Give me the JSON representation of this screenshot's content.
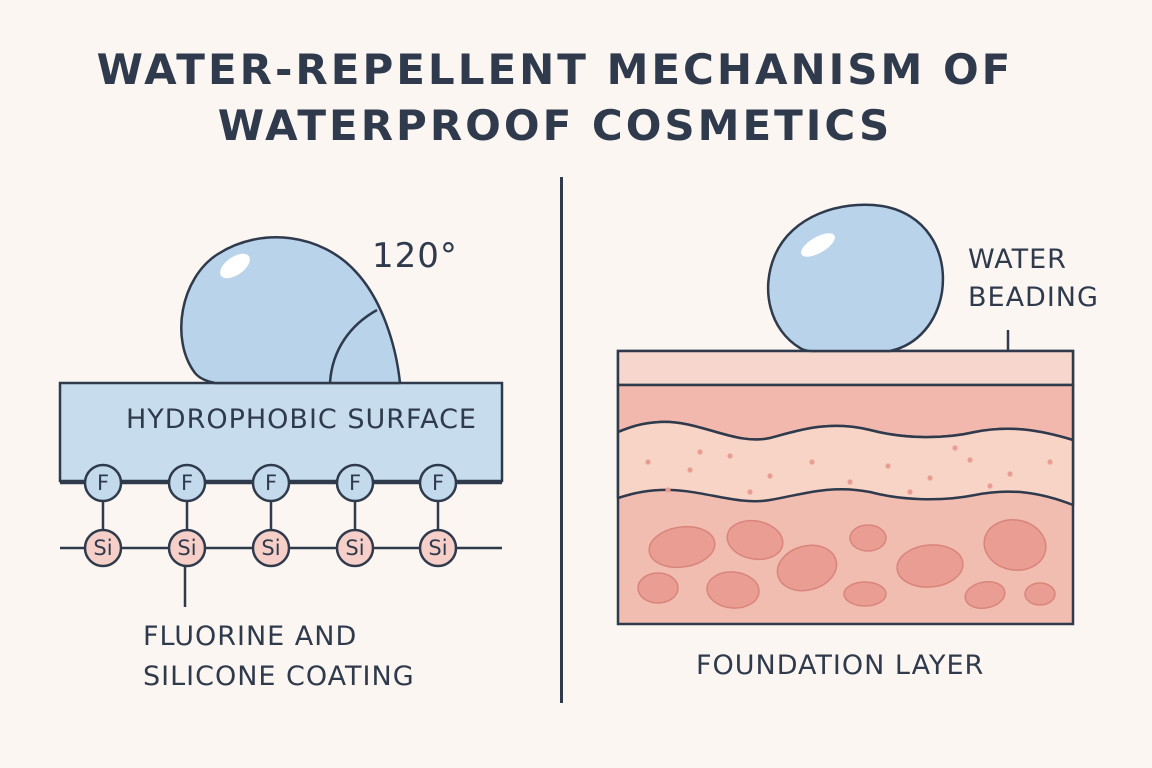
{
  "title": {
    "line1": "WATER-REPELLENT MECHANISM OF",
    "line2": "WATERPROOF COSMETICS"
  },
  "left_panel": {
    "contact_angle": "120°",
    "surface_label": "HYDROPHOBIC SURFACE",
    "fluorine_atom": "F",
    "silicon_atom": "Si",
    "atom_pairs": 5,
    "coating_label": {
      "line1": "FLUORINE AND",
      "line2": "SILICONE COATING"
    }
  },
  "right_panel": {
    "bead_label": {
      "line1": "WATER",
      "line2": "BEADING"
    },
    "foundation_label": "FOUNDATION LAYER"
  },
  "colors": {
    "background": "#fbf6f1",
    "ink": "#2f3a4d",
    "water": "#b9d3ea",
    "surface": "#c7dcec",
    "fluorine": "#c3d9ec",
    "silicon": "#f6d0c8",
    "skin_top": "#f7d7cd",
    "skin_mid": "#f2b8ad",
    "skin_layer": "#f8d4c6",
    "skin_deep": "#f1bdb1",
    "cell": "#e99d93"
  }
}
